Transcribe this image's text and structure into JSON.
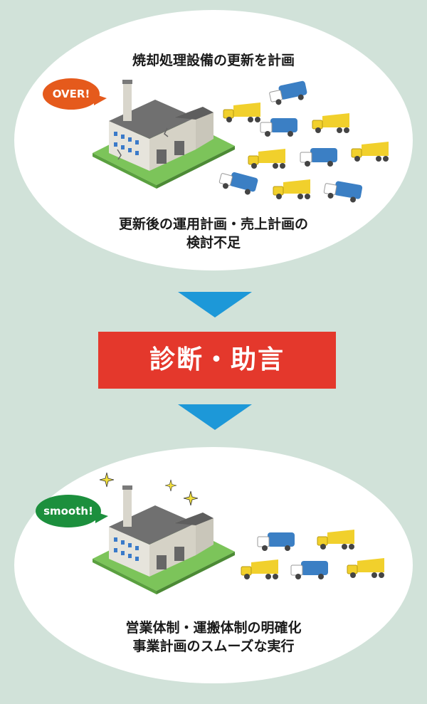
{
  "top": {
    "title": "焼却処理設備の更新を計画",
    "bubble": "OVER!",
    "caption_line1": "更新後の運用計画・売上計画の",
    "caption_line2": "検討不足"
  },
  "banner": {
    "label": "診断・助言"
  },
  "bottom": {
    "bubble": "smooth!",
    "caption_line1": "営業体制・運搬体制の明確化",
    "caption_line2": "事業計画のスムーズな実行"
  },
  "colors": {
    "background": "#d1e2d9",
    "over": "#e55a1c",
    "smooth": "#1c8f3d",
    "arrow": "#1d98d8",
    "banner": "#e4382c",
    "truck_yellow": "#f1d02c",
    "truck_blue": "#3b7fc4"
  },
  "icons": [
    "factory-icon",
    "dump-truck-icon",
    "garbage-truck-icon",
    "sparkle-icon"
  ]
}
